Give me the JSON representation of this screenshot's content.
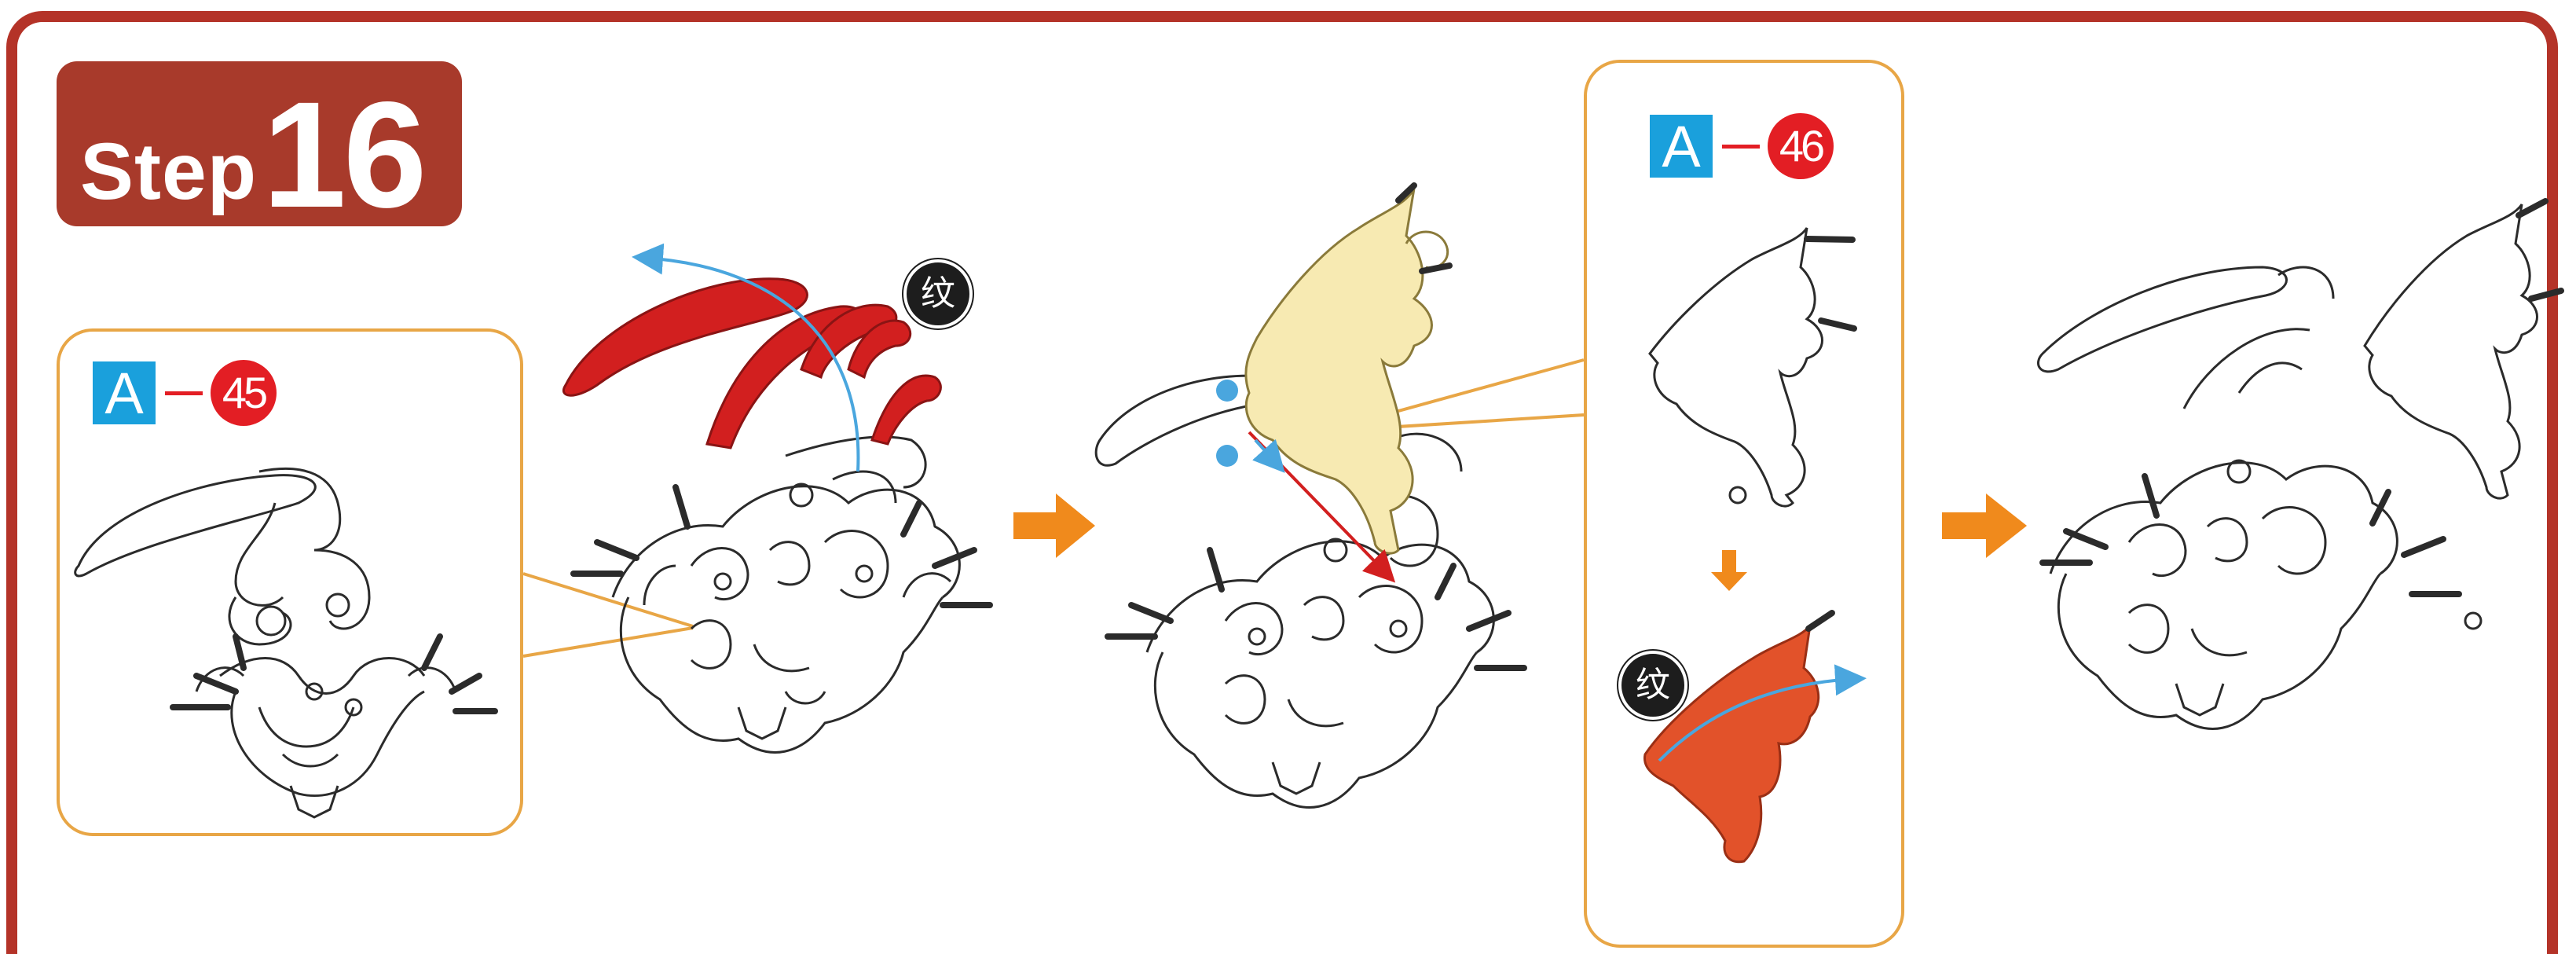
{
  "step": {
    "word": "Step",
    "number": "16"
  },
  "parts": {
    "a45": {
      "letter": "A",
      "number": "45"
    },
    "a46": {
      "letter": "A",
      "number": "46"
    }
  },
  "marks": {
    "glyph": "纹"
  },
  "colors": {
    "frame": "#b43328",
    "badge": "#a83a2b",
    "callout_border": "#e8a646",
    "arrow": "#f08a1c",
    "part_letter": "#1aa0dc",
    "part_number": "#e31e24",
    "highlight_red": "#d21f1f",
    "highlight_yellow": "#f7eab2",
    "highlight_orange": "#e2522a",
    "guide_blue": "#4aa6de"
  }
}
